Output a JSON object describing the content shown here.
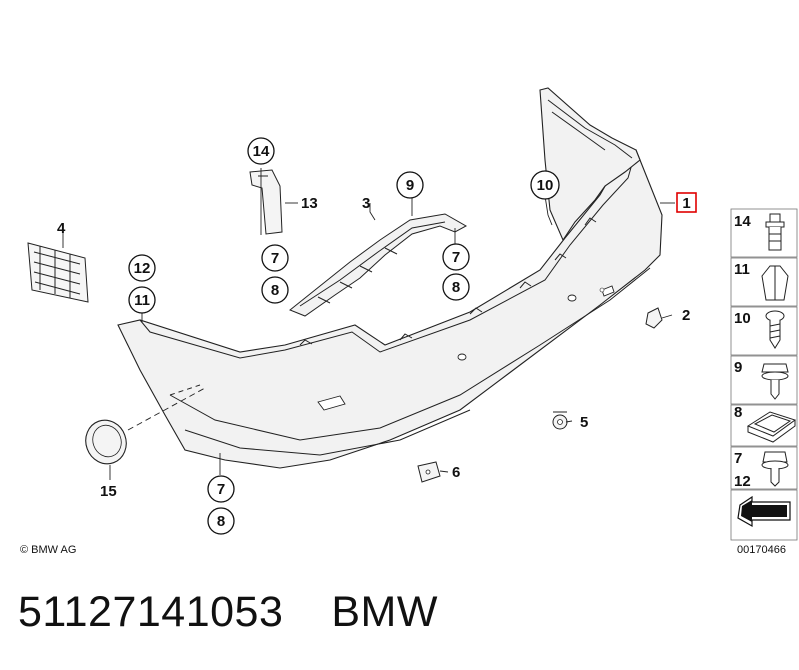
{
  "callouts": {
    "c1": "1",
    "c2": "2",
    "c3": "3",
    "c4": "4",
    "c5": "5",
    "c6": "6",
    "c7a": "7",
    "c7b": "7",
    "c7c": "7",
    "c8a": "8",
    "c8b": "8",
    "c8c": "8",
    "c9": "9",
    "c10": "10",
    "c11": "11",
    "c12": "12",
    "c13": "13",
    "c14": "14",
    "c15": "15"
  },
  "legend": {
    "items": [
      "14",
      "11",
      "10",
      "9",
      "8",
      "7",
      "12"
    ]
  },
  "copyright": "© BMW AG",
  "diagram_number": "00170466",
  "footer": {
    "part_number": "51127141053",
    "brand": "BMW"
  },
  "colors": {
    "bumper_fill": "#f2f2f2",
    "highlight_box": "#e00000",
    "ink": "#111111"
  }
}
